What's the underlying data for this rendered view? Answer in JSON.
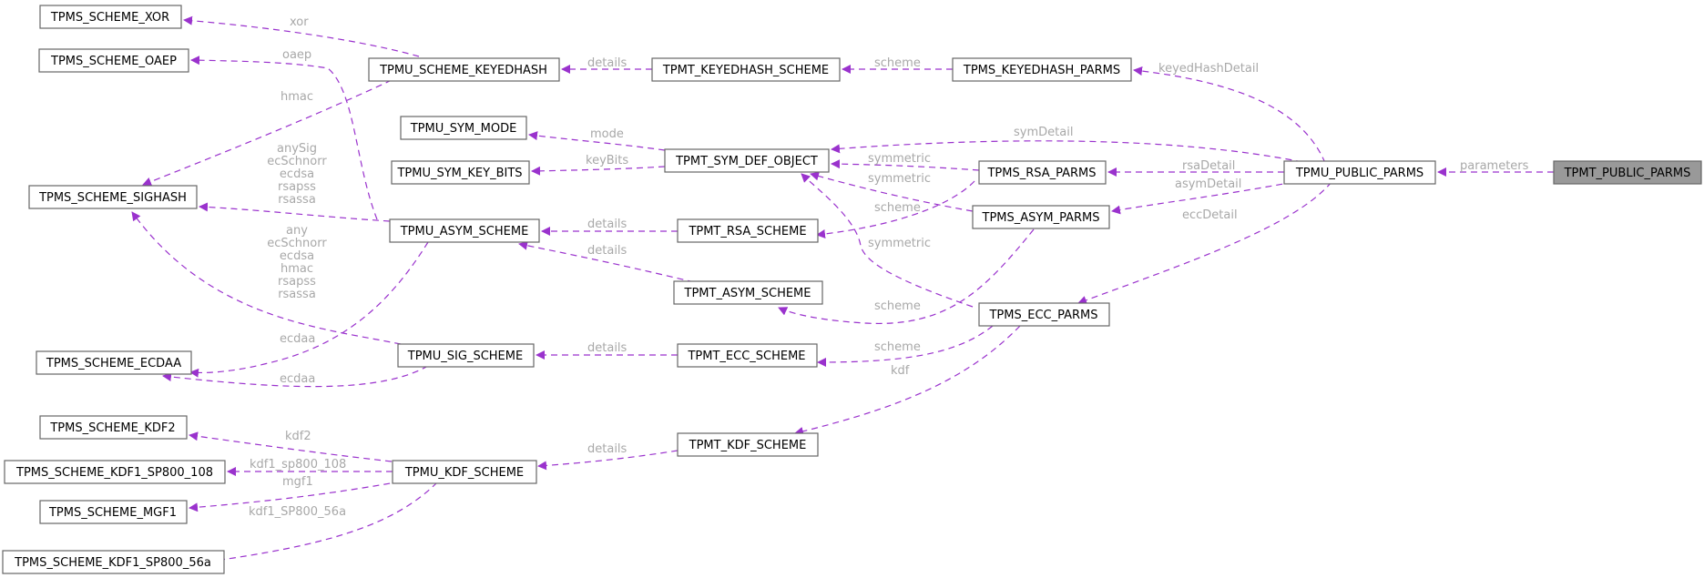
{
  "colors": {
    "edge": "#9a32cd",
    "label": "#a8a8a8",
    "node_border": "#666666",
    "focus_fill": "#999999"
  },
  "nodes": {
    "TPMT_PUBLIC_PARMS": "TPMT_PUBLIC_PARMS",
    "TPMU_PUBLIC_PARMS": "TPMU_PUBLIC_PARMS",
    "TPMS_KEYEDHASH_PARMS": "TPMS_KEYEDHASH_PARMS",
    "TPMT_KEYEDHASH_SCHEME": "TPMT_KEYEDHASH_SCHEME",
    "TPMU_SCHEME_KEYEDHASH": "TPMU_SCHEME_KEYEDHASH",
    "TPMS_SCHEME_XOR": "TPMS_SCHEME_XOR",
    "TPMS_SCHEME_OAEP": "TPMS_SCHEME_OAEP",
    "TPMS_SCHEME_SIGHASH": "TPMS_SCHEME_SIGHASH",
    "TPMU_SYM_MODE": "TPMU_SYM_MODE",
    "TPMU_SYM_KEY_BITS": "TPMU_SYM_KEY_BITS",
    "TPMT_SYM_DEF_OBJECT": "TPMT_SYM_DEF_OBJECT",
    "TPMS_RSA_PARMS": "TPMS_RSA_PARMS",
    "TPMS_ASYM_PARMS": "TPMS_ASYM_PARMS",
    "TPMU_ASYM_SCHEME": "TPMU_ASYM_SCHEME",
    "TPMT_RSA_SCHEME": "TPMT_RSA_SCHEME",
    "TPMT_ASYM_SCHEME": "TPMT_ASYM_SCHEME",
    "TPMS_ECC_PARMS": "TPMS_ECC_PARMS",
    "TPMS_SCHEME_ECDAA": "TPMS_SCHEME_ECDAA",
    "TPMU_SIG_SCHEME": "TPMU_SIG_SCHEME",
    "TPMT_ECC_SCHEME": "TPMT_ECC_SCHEME",
    "TPMS_SCHEME_KDF2": "TPMS_SCHEME_KDF2",
    "TPMS_SCHEME_KDF1_SP800_108": "TPMS_SCHEME_KDF1_SP800_108",
    "TPMS_SCHEME_MGF1": "TPMS_SCHEME_MGF1",
    "TPMS_SCHEME_KDF1_SP800_56a": "TPMS_SCHEME_KDF1_SP800_56a",
    "TPMU_KDF_SCHEME": "TPMU_KDF_SCHEME",
    "TPMT_KDF_SCHEME": "TPMT_KDF_SCHEME"
  },
  "edge_labels": {
    "parameters": "parameters",
    "keyedHashDetail": "keyedHashDetail",
    "symDetail": "symDetail",
    "rsaDetail": "rsaDetail",
    "asymDetail": "asymDetail",
    "eccDetail": "eccDetail",
    "scheme": "scheme",
    "details": "details",
    "xor": "xor",
    "oaep": "oaep",
    "hmac": "hmac",
    "mode": "mode",
    "keyBits": "keyBits",
    "symmetric": "symmetric",
    "kdf": "kdf",
    "ecdaa": "ecdaa",
    "kdf2": "kdf2",
    "kdf1_sp800_108": "kdf1_sp800_108",
    "mgf1": "mgf1",
    "kdf1_SP800_56a": "kdf1_SP800_56a",
    "asym_labels": [
      "anySig",
      "ecSchnorr",
      "ecdsa",
      "rsapss",
      "rsassa"
    ],
    "sig_labels": [
      "any",
      "ecSchnorr",
      "ecdsa",
      "hmac",
      "rsapss",
      "rsassa"
    ]
  }
}
